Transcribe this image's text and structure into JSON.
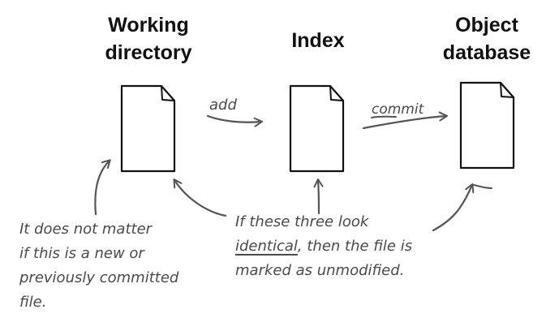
{
  "columns": {
    "working": "Working\ndirectory",
    "index": "Index",
    "object": "Object\ndatabase"
  },
  "arrows": {
    "add": "add",
    "commit": "commit"
  },
  "notes": {
    "left": [
      "It does not matter",
      "if this is a new or",
      "previously committed",
      "file."
    ],
    "middle_line1": "If these three look",
    "middle_underlined": "identical",
    "middle_line2_rest": ", then the file is",
    "middle_line3": "marked as unmodified."
  },
  "colors": {
    "ink": "#111111",
    "pencil": "#555555"
  }
}
